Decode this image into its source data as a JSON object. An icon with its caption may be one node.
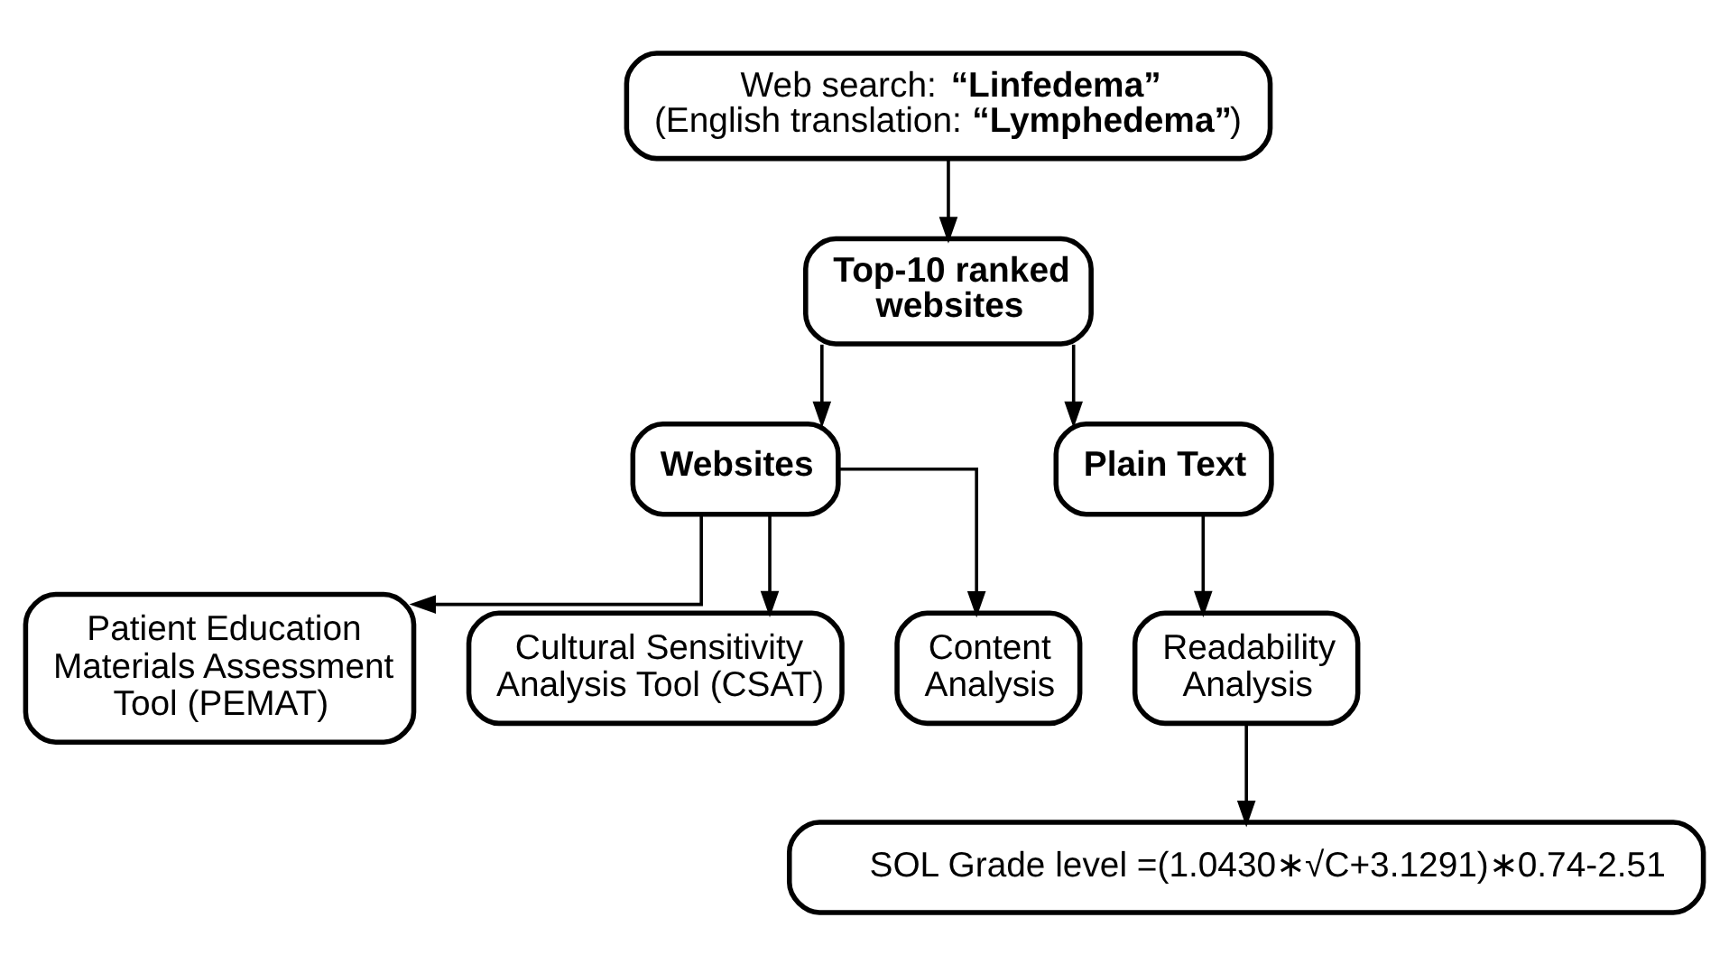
{
  "diagram": {
    "nodes": [
      {
        "text": [
          "Web search: **“Linfedema”**",
          "(English translation: **“Lymphedema”**)"
        ]
      },
      {
        "text": [
          "Top-10 ranked websites"
        ]
      },
      {
        "text": [
          "Websites"
        ]
      },
      {
        "text": [
          "Plain Text"
        ]
      },
      {
        "text": [
          "Patient Education Materials Assessment Tool (PEMAT)"
        ]
      },
      {
        "text": [
          "Cultural Sensitivity Analysis Tool (CSAT)"
        ]
      },
      {
        "text": [
          "Content Analysis"
        ]
      },
      {
        "text": [
          "Readability Analysis"
        ]
      },
      {
        "text": [
          "SOL Grade level =(1.0430∗√C+3.1291)∗0.74-2.51"
        ]
      }
    ],
    "edges": [
      {
        "from": 0,
        "to": 1,
        "arrow": "to"
      },
      {
        "from": 1,
        "to": 2,
        "arrow": "to"
      },
      {
        "from": 1,
        "to": 3,
        "arrow": "to"
      },
      {
        "from": 2,
        "to": 4,
        "arrow": "to"
      },
      {
        "from": 2,
        "to": 5,
        "arrow": "to"
      },
      {
        "from": 2,
        "to": 6,
        "arrow": "to"
      },
      {
        "from": 3,
        "to": 7,
        "arrow": "to"
      },
      {
        "from": 7,
        "to": 8,
        "arrow": "to"
      }
    ]
  }
}
